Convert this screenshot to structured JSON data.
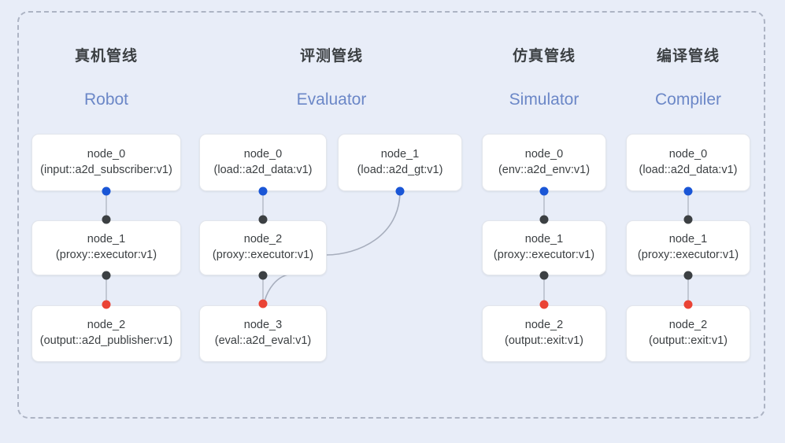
{
  "diagram": {
    "background_color": "#e8edf8",
    "frame_color": "#adb4c4",
    "accent_color": "#6b87c7",
    "port_colors": {
      "input": "#1a56d6",
      "link": "#3c4043",
      "output": "#ea4335"
    },
    "columns": [
      {
        "id": "robot",
        "title_cn": "真机管线",
        "title_en": "Robot",
        "nodes": [
          {
            "name": "node_0",
            "sig": "(input::a2d_subscriber:v1)"
          },
          {
            "name": "node_1",
            "sig": "(proxy::executor:v1)"
          },
          {
            "name": "node_2",
            "sig": "(output::a2d_publisher:v1)"
          }
        ]
      },
      {
        "id": "evaluator",
        "title_cn": "评测管线",
        "title_en": "Evaluator",
        "nodes": [
          {
            "name": "node_0",
            "sig": "(load::a2d_data:v1)"
          },
          {
            "name": "node_2",
            "sig": "(proxy::executor:v1)"
          },
          {
            "name": "node_3",
            "sig": "(eval::a2d_eval:v1)"
          }
        ],
        "side_nodes": [
          {
            "name": "node_1",
            "sig": "(load::a2d_gt:v1)"
          }
        ]
      },
      {
        "id": "simulator",
        "title_cn": "仿真管线",
        "title_en": "Simulator",
        "nodes": [
          {
            "name": "node_0",
            "sig": "(env::a2d_env:v1)"
          },
          {
            "name": "node_1",
            "sig": "(proxy::executor:v1)"
          },
          {
            "name": "node_2",
            "sig": "(output::exit:v1)"
          }
        ]
      },
      {
        "id": "compiler",
        "title_cn": "编译管线",
        "title_en": "Compiler",
        "nodes": [
          {
            "name": "node_0",
            "sig": "(load::a2d_data:v1)"
          },
          {
            "name": "node_1",
            "sig": "(proxy::executor:v1)"
          },
          {
            "name": "node_2",
            "sig": "(output::exit:v1)"
          }
        ]
      }
    ]
  }
}
